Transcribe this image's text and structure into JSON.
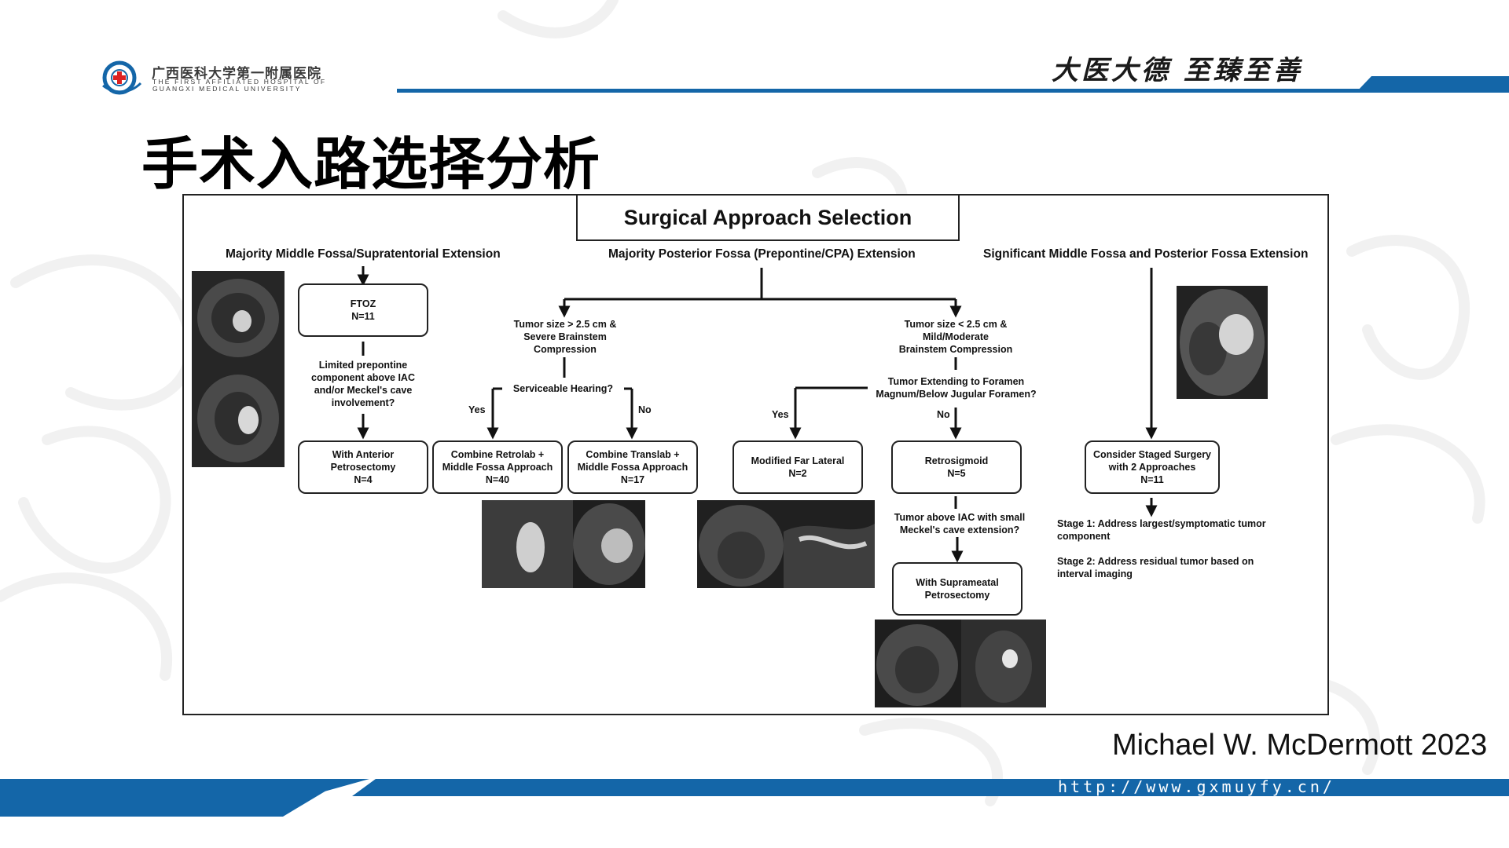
{
  "header": {
    "hospital_cn": "广西医科大学第一附属医院",
    "hospital_en_1": "THE FIRST AFFILIATED HOSPITAL OF",
    "hospital_en_2": "GUANGXI MEDICAL UNIVERSITY",
    "motto": "大医大德 至臻至善"
  },
  "slide_title": "手术入路选择分析",
  "flowchart": {
    "title": "Surgical Approach Selection",
    "col_left": "Majority Middle Fossa/Supratentorial Extension",
    "col_mid": "Majority Posterior Fossa (Prepontine/CPA) Extension",
    "col_right": "Significant Middle Fossa and Posterior Fossa Extension",
    "ftoz": "FTOZ\nN=11",
    "limited": "Limited prepontine component above IAC and/or Meckel's cave involvement?",
    "anterior": "With Anterior\nPetrosectomy\nN=4",
    "tumor_large": "Tumor size > 2.5 cm &\nSevere Brainstem\nCompression",
    "tumor_small": "Tumor size < 2.5 cm &\nMild/Moderate\nBrainstem Compression",
    "hearing": "Serviceable Hearing?",
    "yes": "Yes",
    "no": "No",
    "foramen": "Tumor Extending to Foramen\nMagnum/Below Jugular Foramen?",
    "retrolab": "Combine Retrolab +\nMiddle Fossa Approach\nN=40",
    "translab": "Combine Translab +\nMiddle Fossa Approach\nN=17",
    "far_lateral": "Modified Far Lateral\nN=2",
    "retrosigmoid": "Retrosigmoid\nN=5",
    "above_iac": "Tumor above IAC with small\nMeckel's cave extension?",
    "suprameatal": "With Suprameatal\nPetrosectomy",
    "staged": "Consider Staged Surgery\nwith 2 Approaches\nN=11",
    "stage1": "Stage 1: Address largest/symptomatic tumor component",
    "stage2": "Stage 2: Address residual tumor based on interval imaging"
  },
  "author": "Michael W. McDermott 2023",
  "url": "http://www.gxmuyfy.cn/",
  "colors": {
    "brand_blue": "#1466a8",
    "text": "#111111"
  }
}
